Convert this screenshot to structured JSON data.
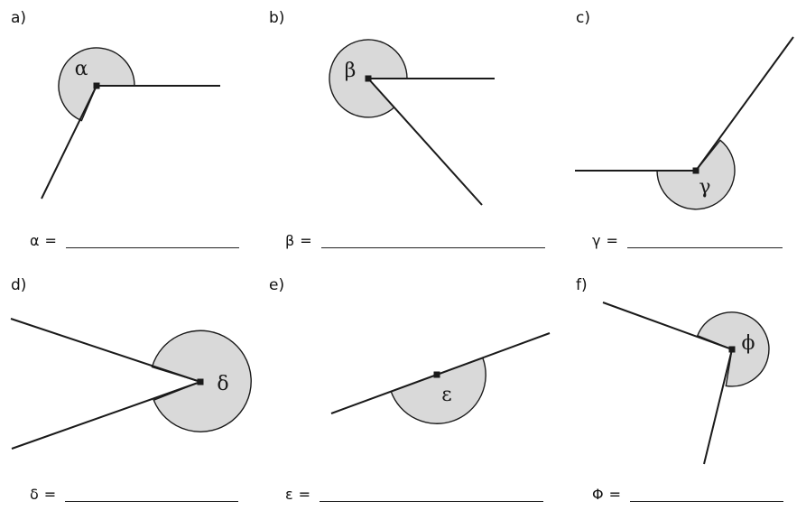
{
  "colors": {
    "arc_fill": "#d9d9d9",
    "line": "#1a1a1a"
  },
  "panels": [
    {
      "label": "a)",
      "symbol": "α",
      "answer_symbol": "α",
      "equals": "="
    },
    {
      "label": "b)",
      "symbol": "β",
      "answer_symbol": "β",
      "equals": "="
    },
    {
      "label": "c)",
      "symbol": "γ",
      "answer_symbol": "γ",
      "equals": "="
    },
    {
      "label": "d)",
      "symbol": "δ",
      "answer_symbol": "δ",
      "equals": "="
    },
    {
      "label": "e)",
      "symbol": "ε",
      "answer_symbol": "ε",
      "equals": "="
    },
    {
      "label": "f)",
      "symbol": "ϕ",
      "answer_symbol": "Φ",
      "equals": "="
    }
  ]
}
